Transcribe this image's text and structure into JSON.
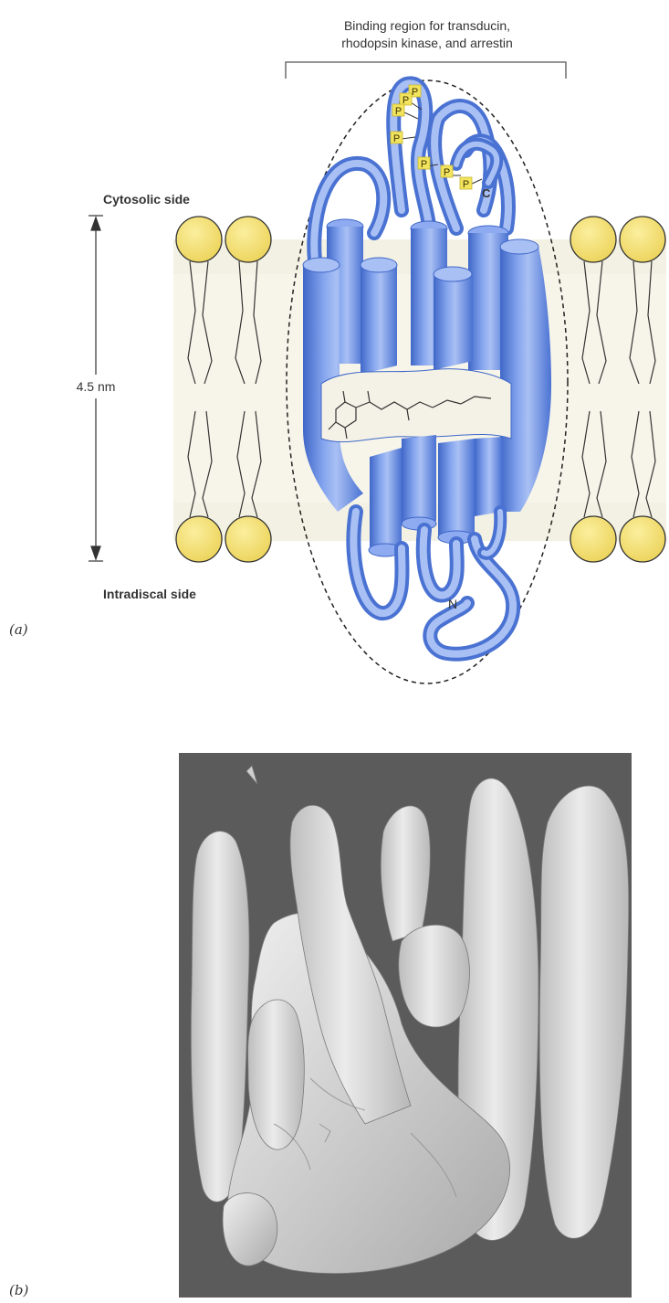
{
  "panel_a": {
    "letter": "(a)",
    "binding_title_line1": "Binding region for transducin,",
    "binding_title_line2": "rhodopsin kinase, and arrestin",
    "cytosolic_label": "Cytosolic side",
    "intradiscal_label": "Intradiscal side",
    "thickness_label": "4.5 nm",
    "phosphate_label": "P",
    "c_terminus_label": "C",
    "n_terminus_label": "N",
    "colors": {
      "helix": "#6f95e6",
      "helix_light": "#a9c0f4",
      "helix_dark": "#3f67c8",
      "lipid_head": "#f6e07a",
      "membrane_band": "#f3f1e3",
      "phosphate": "#f3e45e"
    }
  },
  "panel_b": {
    "letter": "(b)",
    "colors": {
      "background": "#5b5b5b",
      "density": "#d9d9d9"
    }
  }
}
